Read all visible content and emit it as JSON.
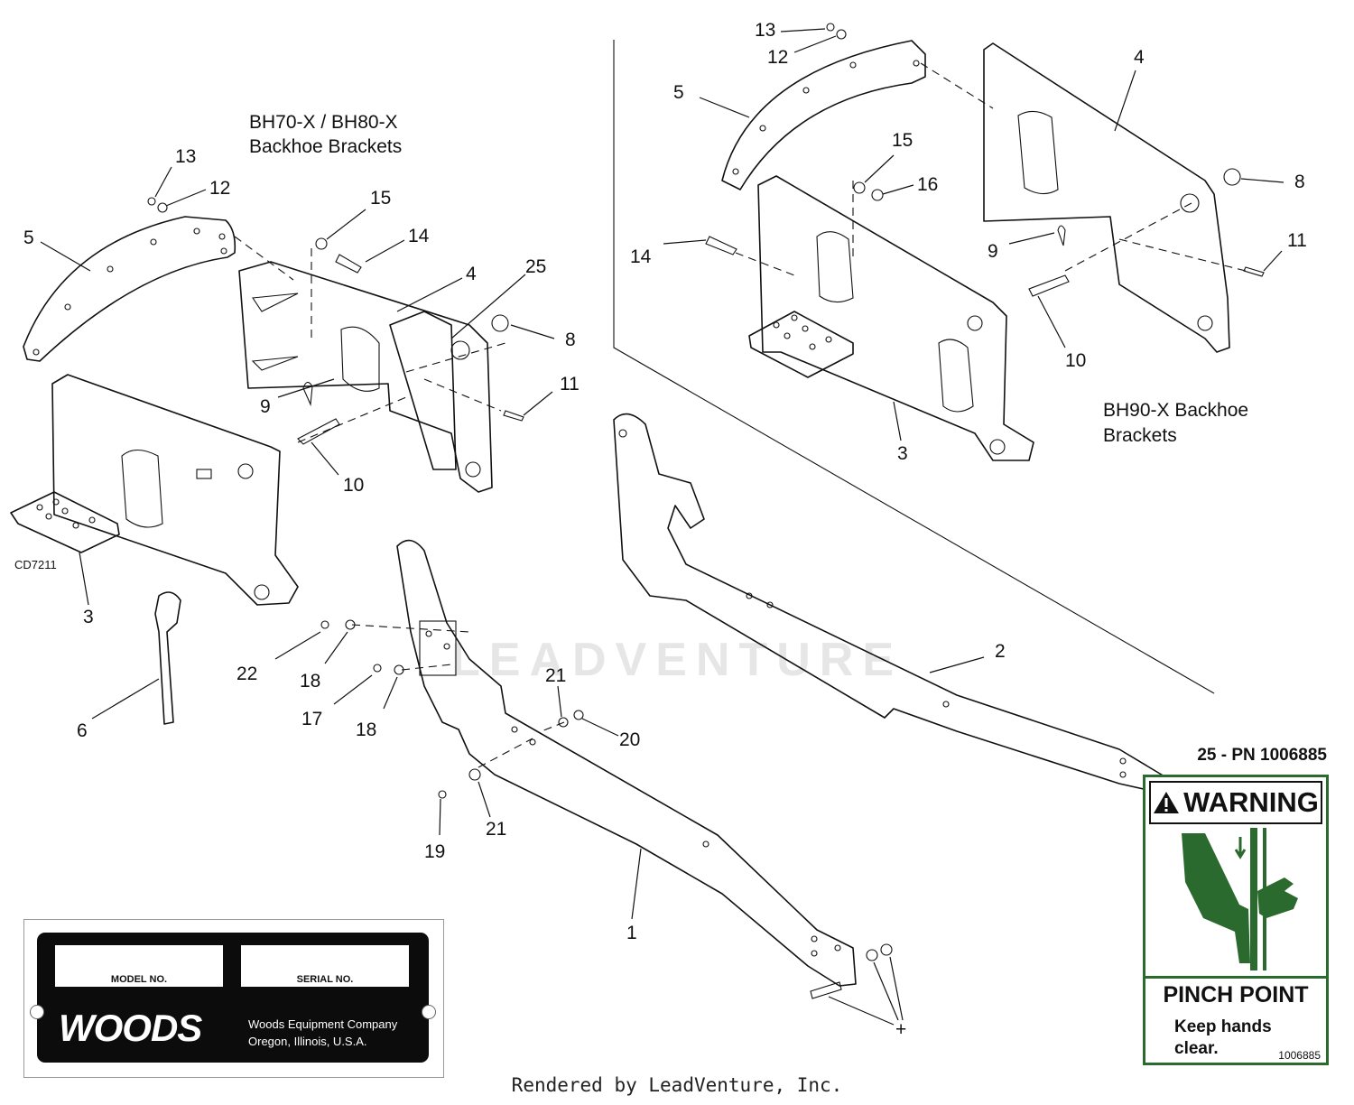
{
  "groups": {
    "left_title_line1": "BH70-X / BH80-X",
    "left_title_line2": "Backhoe Brackets",
    "right_title_line1": "BH90-X Backhoe",
    "right_title_line2": "Brackets"
  },
  "drawing_code": "CD7211",
  "watermark": "LEADVENTURE",
  "callouts": {
    "l5": "5",
    "l13": "13",
    "l12": "12",
    "l15": "15",
    "l14": "14",
    "l4": "4",
    "l25": "25",
    "l8": "8",
    "l11": "11",
    "l9": "9",
    "l10": "10",
    "l3": "3",
    "r13": "13",
    "r12": "12",
    "r5": "5",
    "r4": "4",
    "r15": "15",
    "r16": "16",
    "r8": "8",
    "r14": "14",
    "r9": "9",
    "r11": "11",
    "r10": "10",
    "r3": "3",
    "p2": "2",
    "p1": "1",
    "p6": "6",
    "p22": "22",
    "p18a": "18",
    "p17": "17",
    "p18b": "18",
    "p21a": "21",
    "p20": "20",
    "p19": "19",
    "p21b": "21",
    "plus": "+"
  },
  "decal": {
    "part_number": "25 - PN 1006885",
    "header": "WARNING",
    "title": "PINCH POINT",
    "line1": "Keep hands",
    "line2": "clear.",
    "number": "1006885",
    "icon": "pinch-hand-icon",
    "color": "#2b6a2e"
  },
  "plate": {
    "model_label": "MODEL NO.",
    "serial_label": "SERIAL NO.",
    "logo": "WOODS",
    "company_line1": "Woods Equipment Company",
    "company_line2": "Oregon, Illinois, U.S.A."
  },
  "footer": "Rendered by LeadVenture, Inc."
}
